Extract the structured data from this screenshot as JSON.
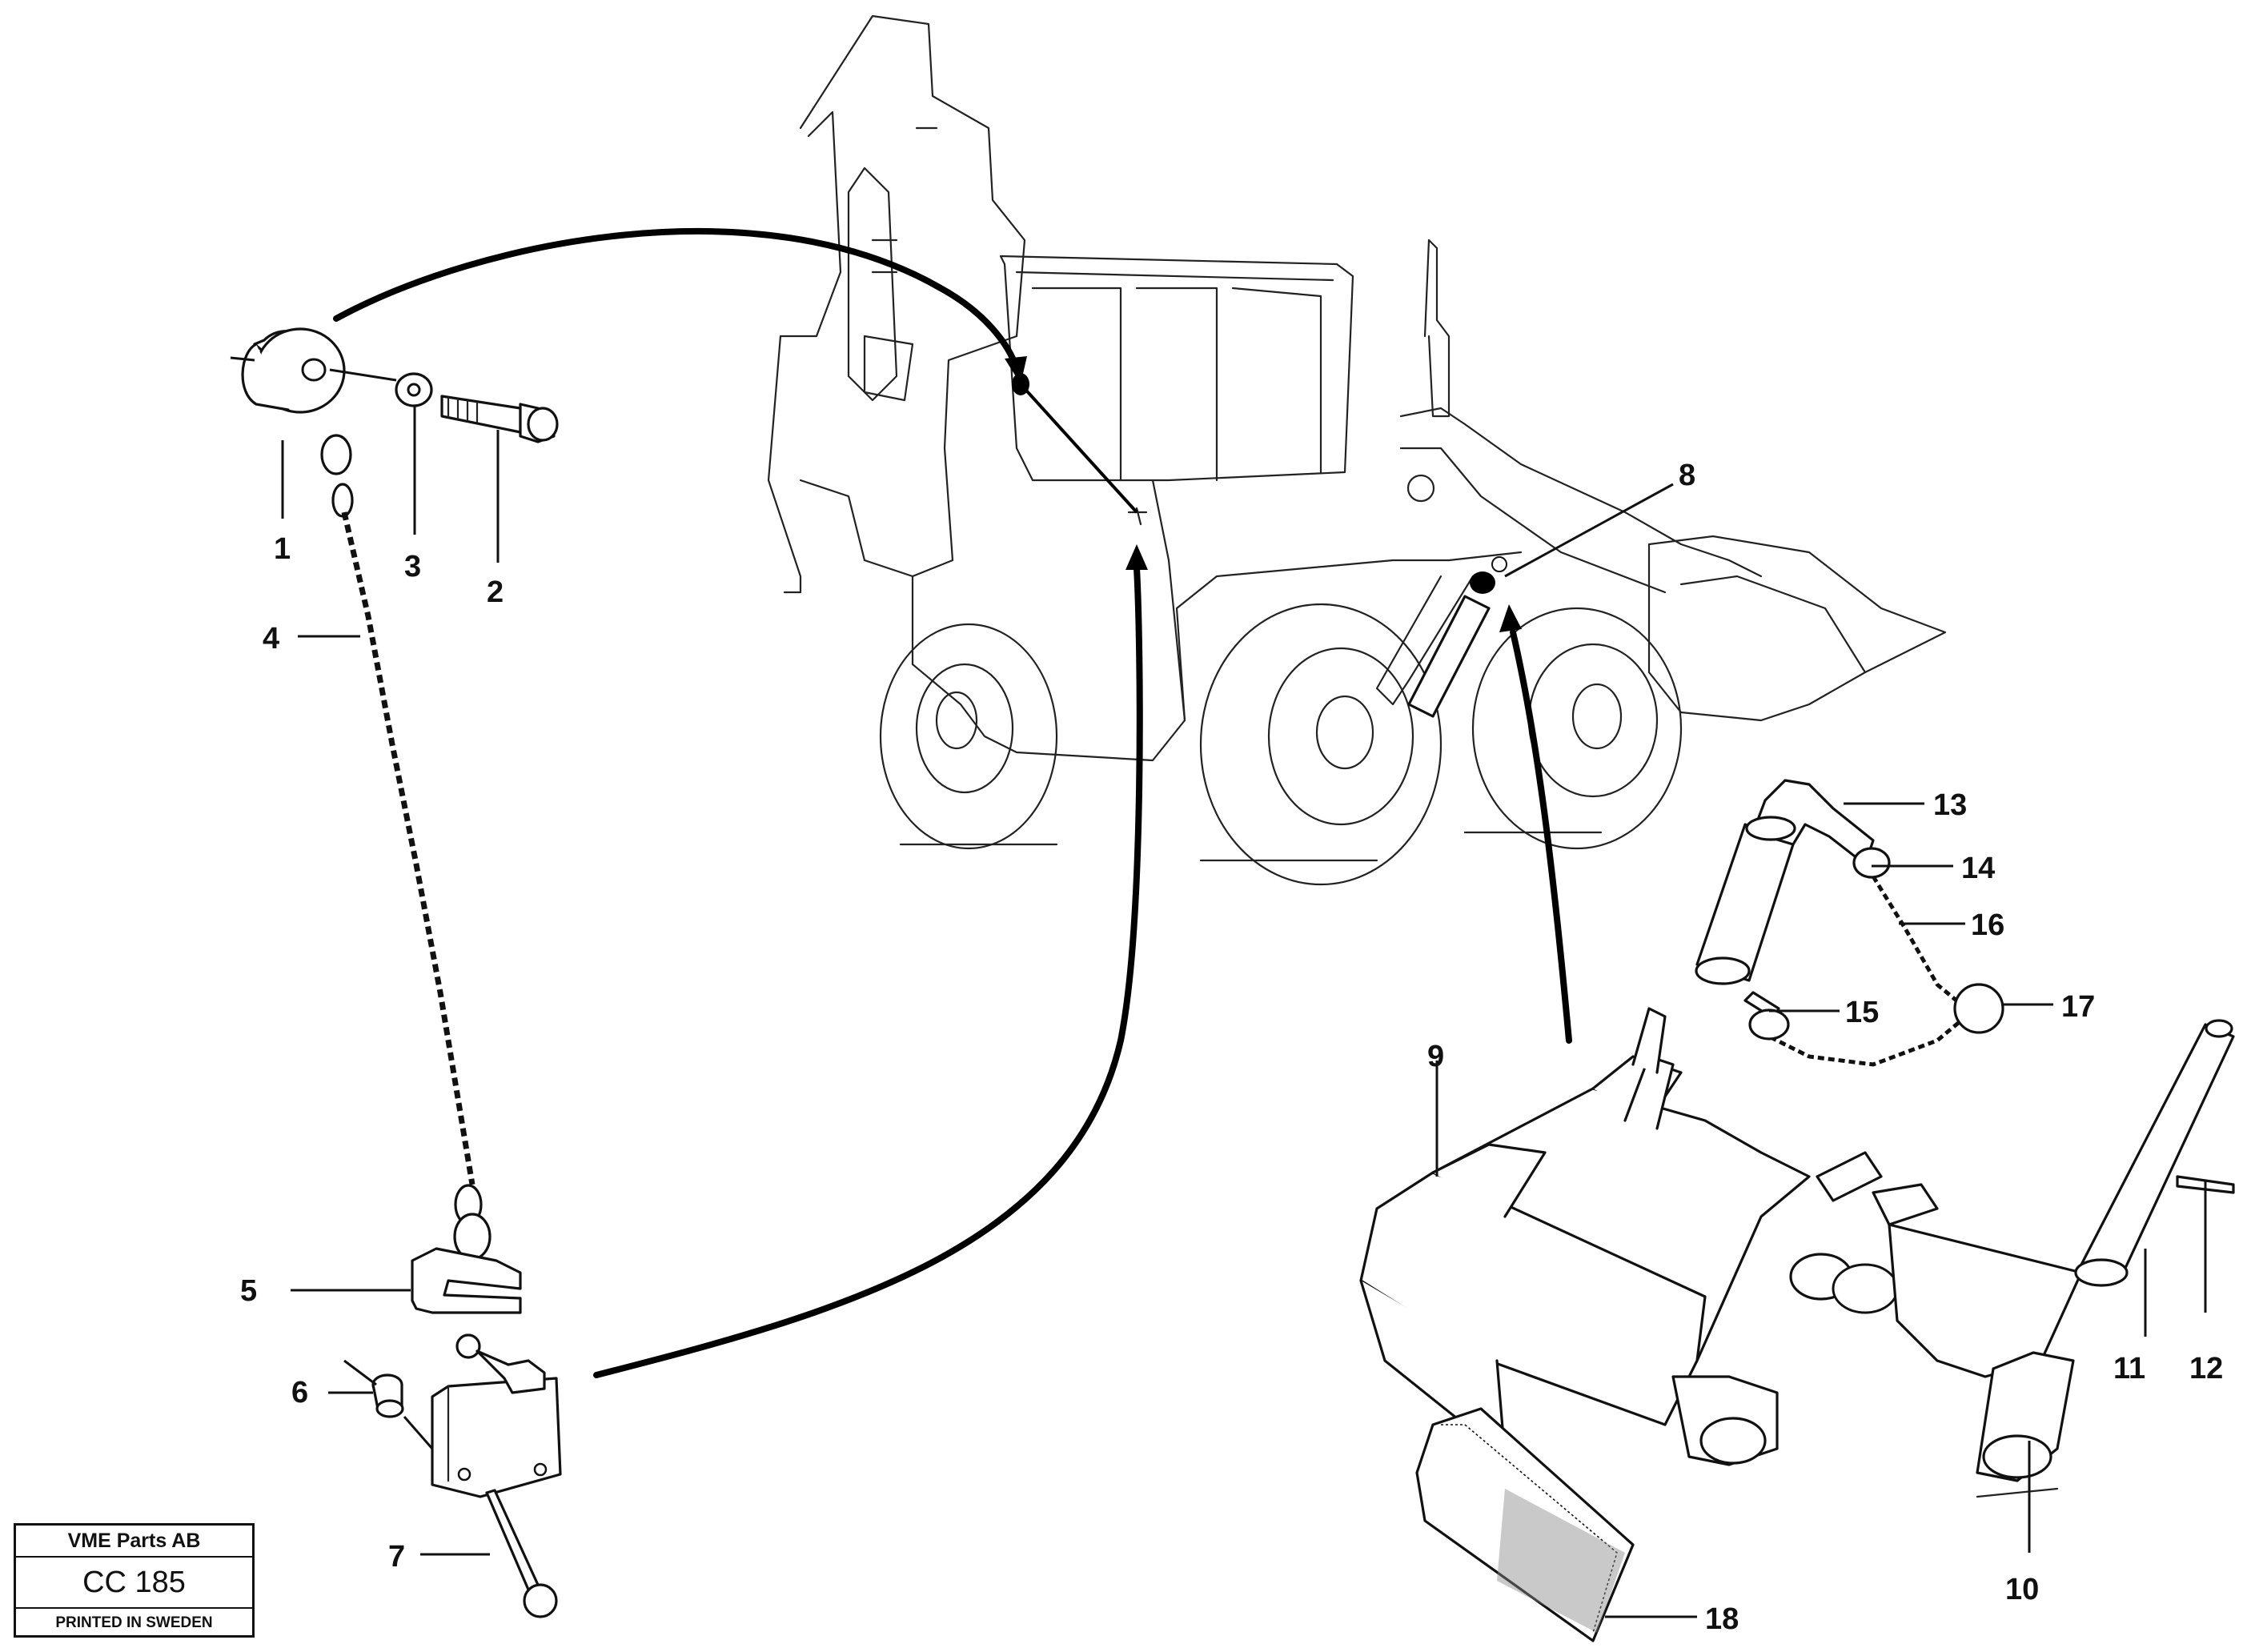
{
  "callouts": [
    "1",
    "2",
    "3",
    "4",
    "5",
    "6",
    "7",
    "8",
    "9",
    "10",
    "11",
    "12",
    "13",
    "14",
    "15",
    "16",
    "17",
    "18"
  ],
  "stamp": {
    "company": "VME Parts AB",
    "code": "CC 185",
    "printed": "PRINTED IN SWEDEN"
  }
}
